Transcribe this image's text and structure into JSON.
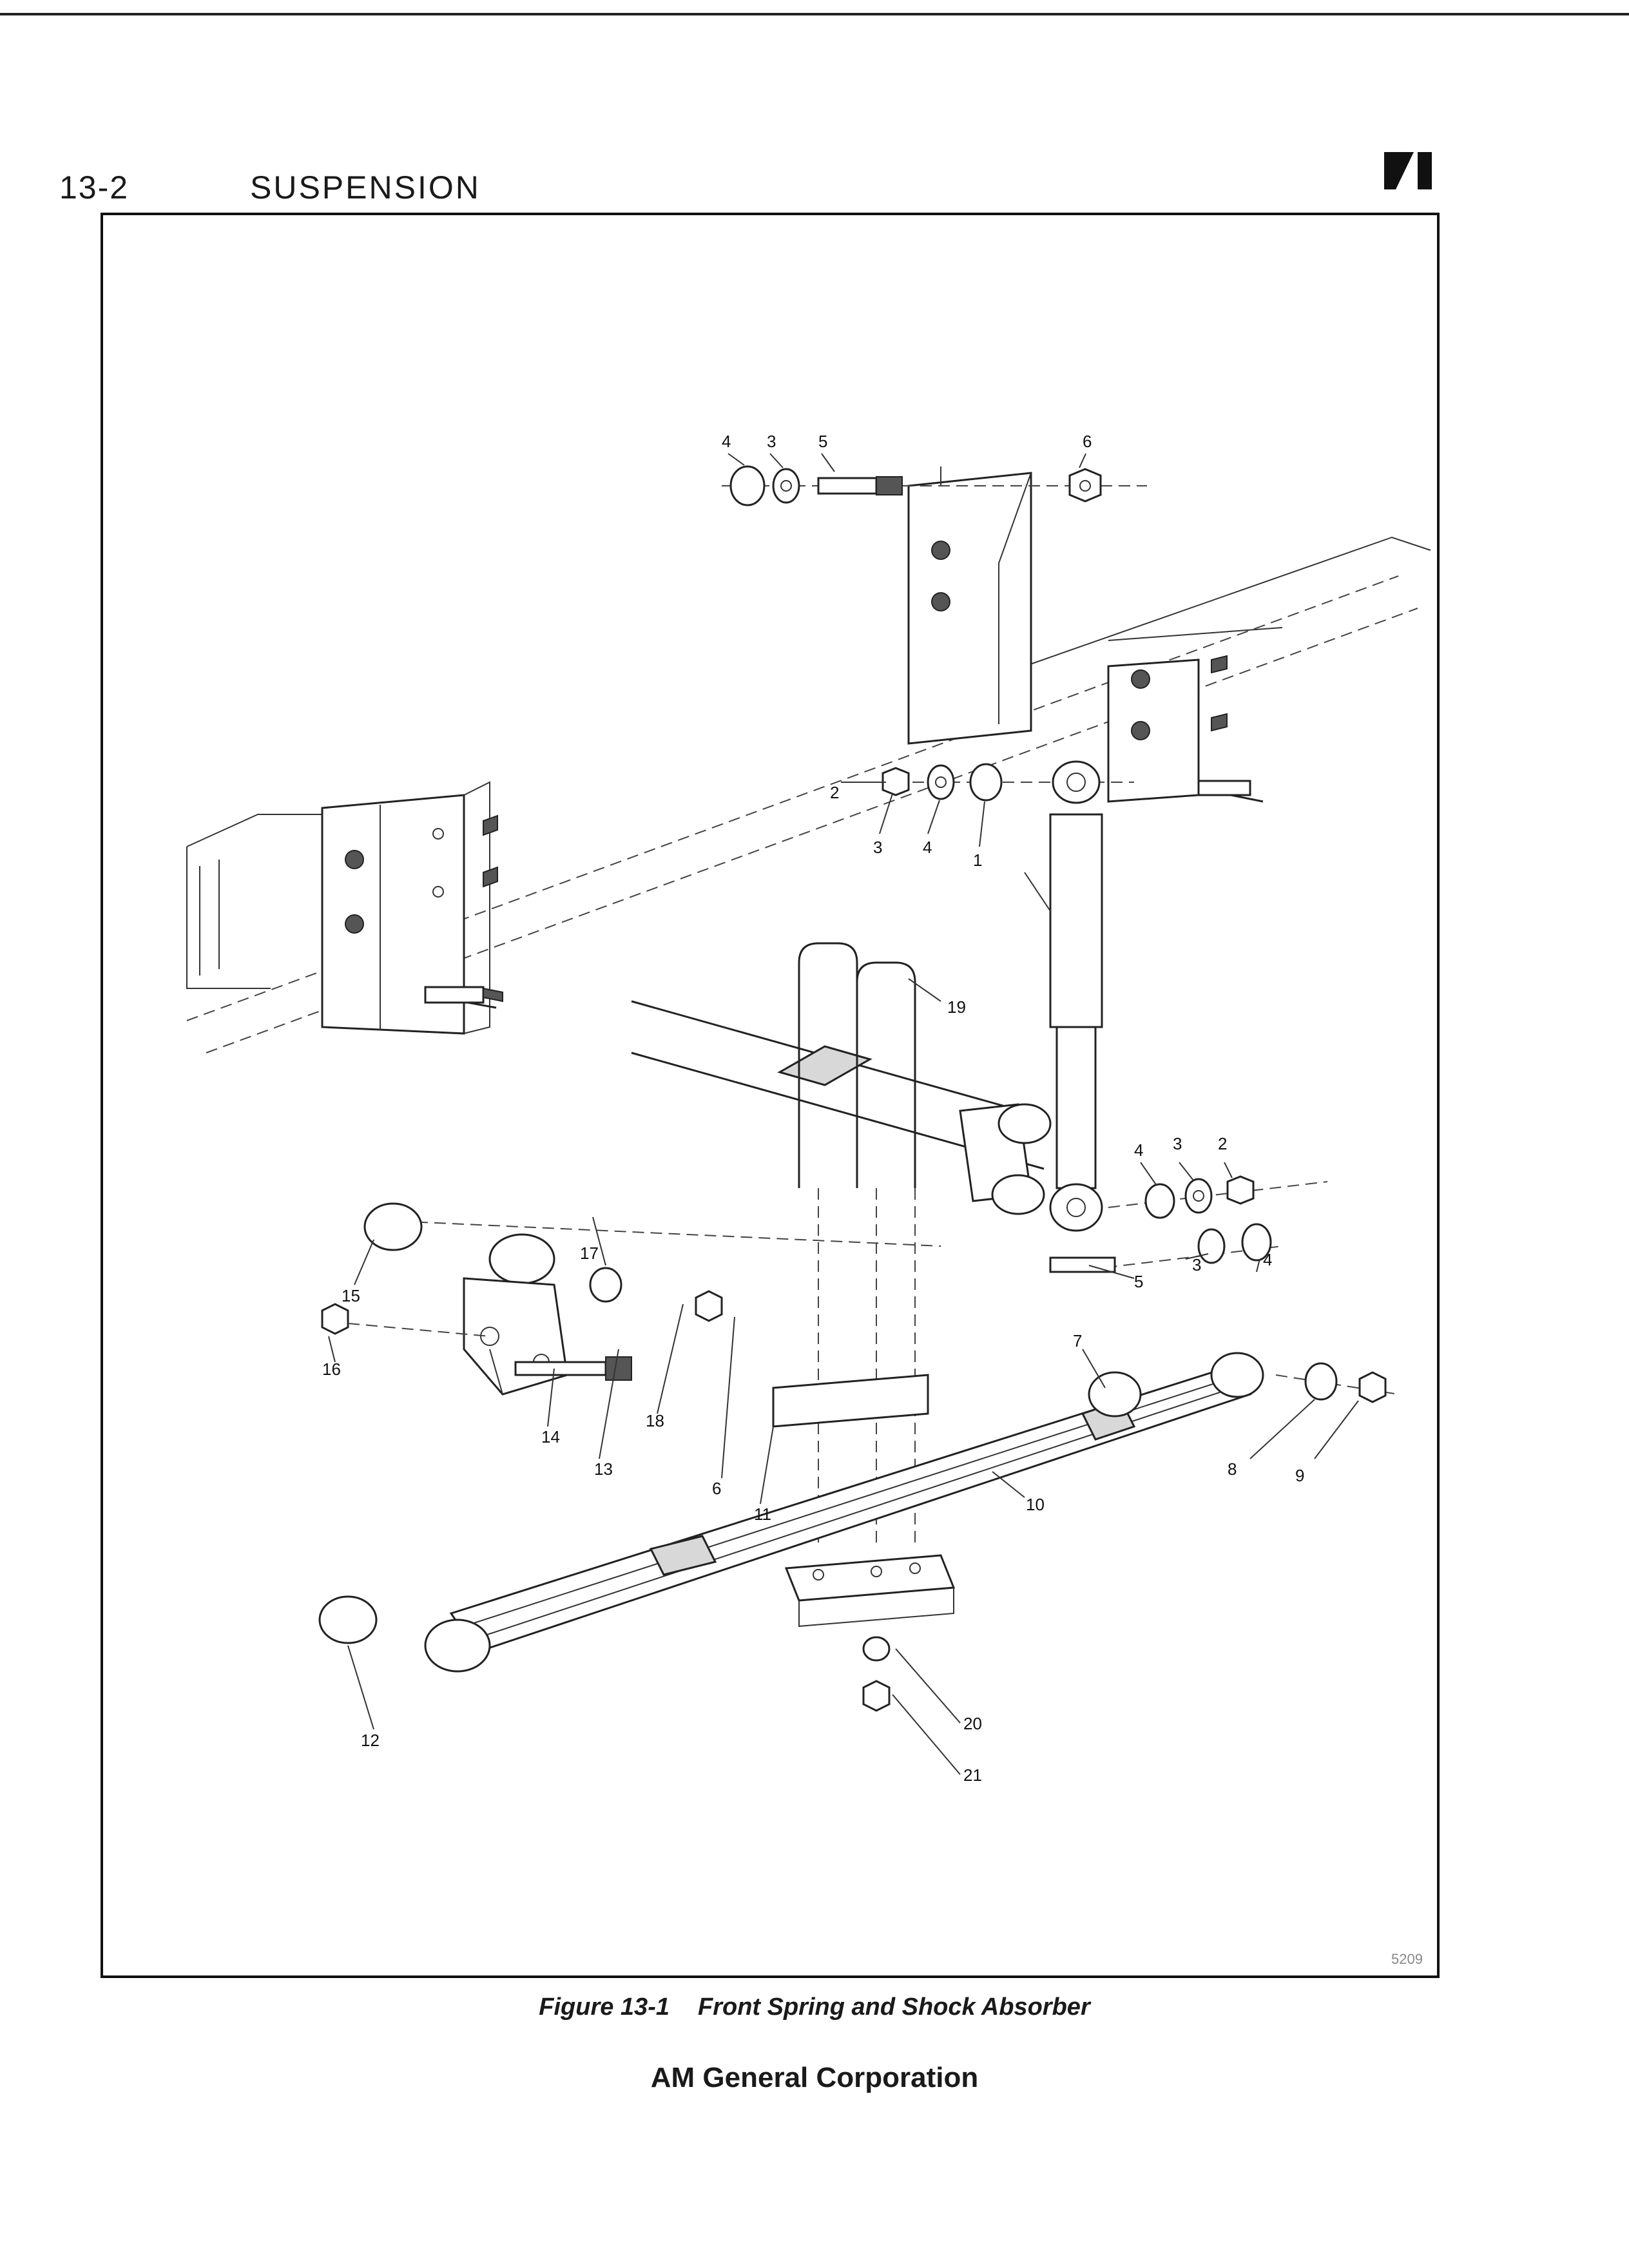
{
  "header": {
    "page_number": "13-2",
    "section_title": "SUSPENSION"
  },
  "figure": {
    "caption_number": "Figure 13-1",
    "caption_title": "Front Spring and Shock Absorber",
    "drawing_number": "5209",
    "callouts": [
      "1",
      "2",
      "3",
      "4",
      "5",
      "6",
      "7",
      "8",
      "9",
      "10",
      "11",
      "12",
      "13",
      "14",
      "15",
      "16",
      "17",
      "18",
      "19",
      "20",
      "21"
    ]
  },
  "footer": {
    "publisher": "AM General Corporation"
  }
}
